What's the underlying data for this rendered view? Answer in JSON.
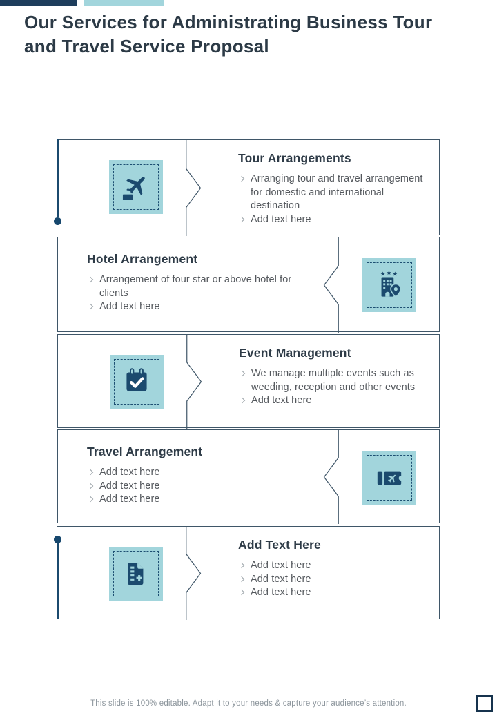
{
  "header": {
    "title_line1": "Our Services for Administrating Business Tour",
    "title_line2": "and Travel Service Proposal"
  },
  "services": [
    {
      "title": "Tour Arrangements",
      "icon": "plane-briefcase-icon",
      "icon_side": "left",
      "bullets": [
        "Arranging tour and travel arrangement for domestic and international destination",
        "Add text here"
      ]
    },
    {
      "title": "Hotel Arrangement",
      "icon": "hotel-location-icon",
      "icon_side": "right",
      "bullets": [
        "Arrangement of four star or above hotel for clients",
        "Add text here"
      ]
    },
    {
      "title": "Event Management",
      "icon": "calendar-check-icon",
      "icon_side": "left",
      "bullets": [
        "We manage multiple events such as weeding, reception and other events",
        "Add text here"
      ]
    },
    {
      "title": "Travel Arrangement",
      "icon": "ticket-plane-icon",
      "icon_side": "right",
      "bullets": [
        "Add text here",
        "Add text here",
        "Add text here"
      ]
    },
    {
      "title": "Add Text Here",
      "icon": "document-plus-icon",
      "icon_side": "left",
      "bullets": [
        "Add text here",
        "Add text here",
        "Add text here"
      ]
    }
  ],
  "footer": {
    "note": "This slide is 100% editable. Adapt it to your needs & capture your audience’s attention."
  },
  "ui": {
    "colors": {
      "accent_navy": "#1e3d5c",
      "accent_teal": "#a2d5dc",
      "icon_navy": "#1b4a6e",
      "card_border": "#3f5668",
      "heading_text": "#2e3b47",
      "body_text": "#54585d",
      "title_text": "#2c3a46",
      "footer_text": "#8c959c"
    },
    "icons": [
      "plane-briefcase-icon",
      "hotel-location-icon",
      "calendar-check-icon",
      "ticket-plane-icon",
      "document-plus-icon",
      "bullet-chevron-icon"
    ]
  }
}
